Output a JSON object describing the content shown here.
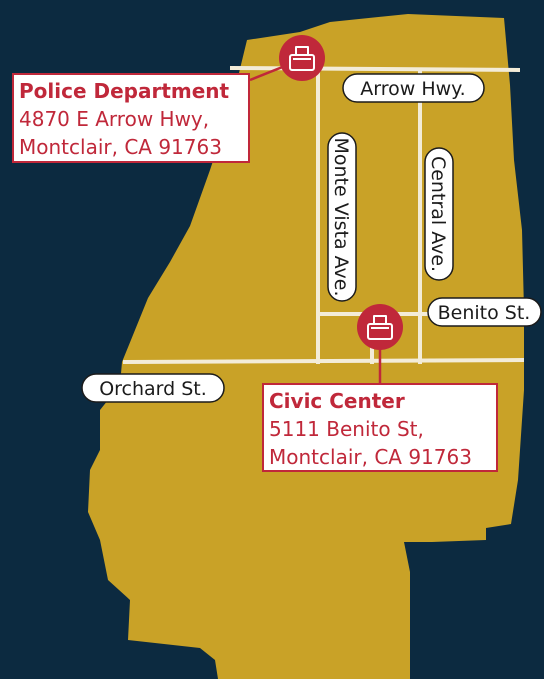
{
  "locations": {
    "police": {
      "name": "Police Department",
      "address_line1": "4870 E Arrow Hwy,",
      "address_line2": "Montclair, CA 91763",
      "icon": "ballot-box-icon"
    },
    "civic": {
      "name": "Civic Center",
      "address_line1": "5111 Benito St,",
      "address_line2": "Montclair, CA 91763",
      "icon": "ballot-box-icon"
    }
  },
  "streets": {
    "arrow": "Arrow Hwy.",
    "monte_vista": "Monte Vista Ave.",
    "central": "Central Ave.",
    "benito": "Benito St.",
    "orchard": "Orchard St."
  },
  "colors": {
    "background": "#0c2a40",
    "land": "#c9a227",
    "road": "#f3ecd8",
    "accent": "#c0283a",
    "label_bg": "#ffffff"
  }
}
